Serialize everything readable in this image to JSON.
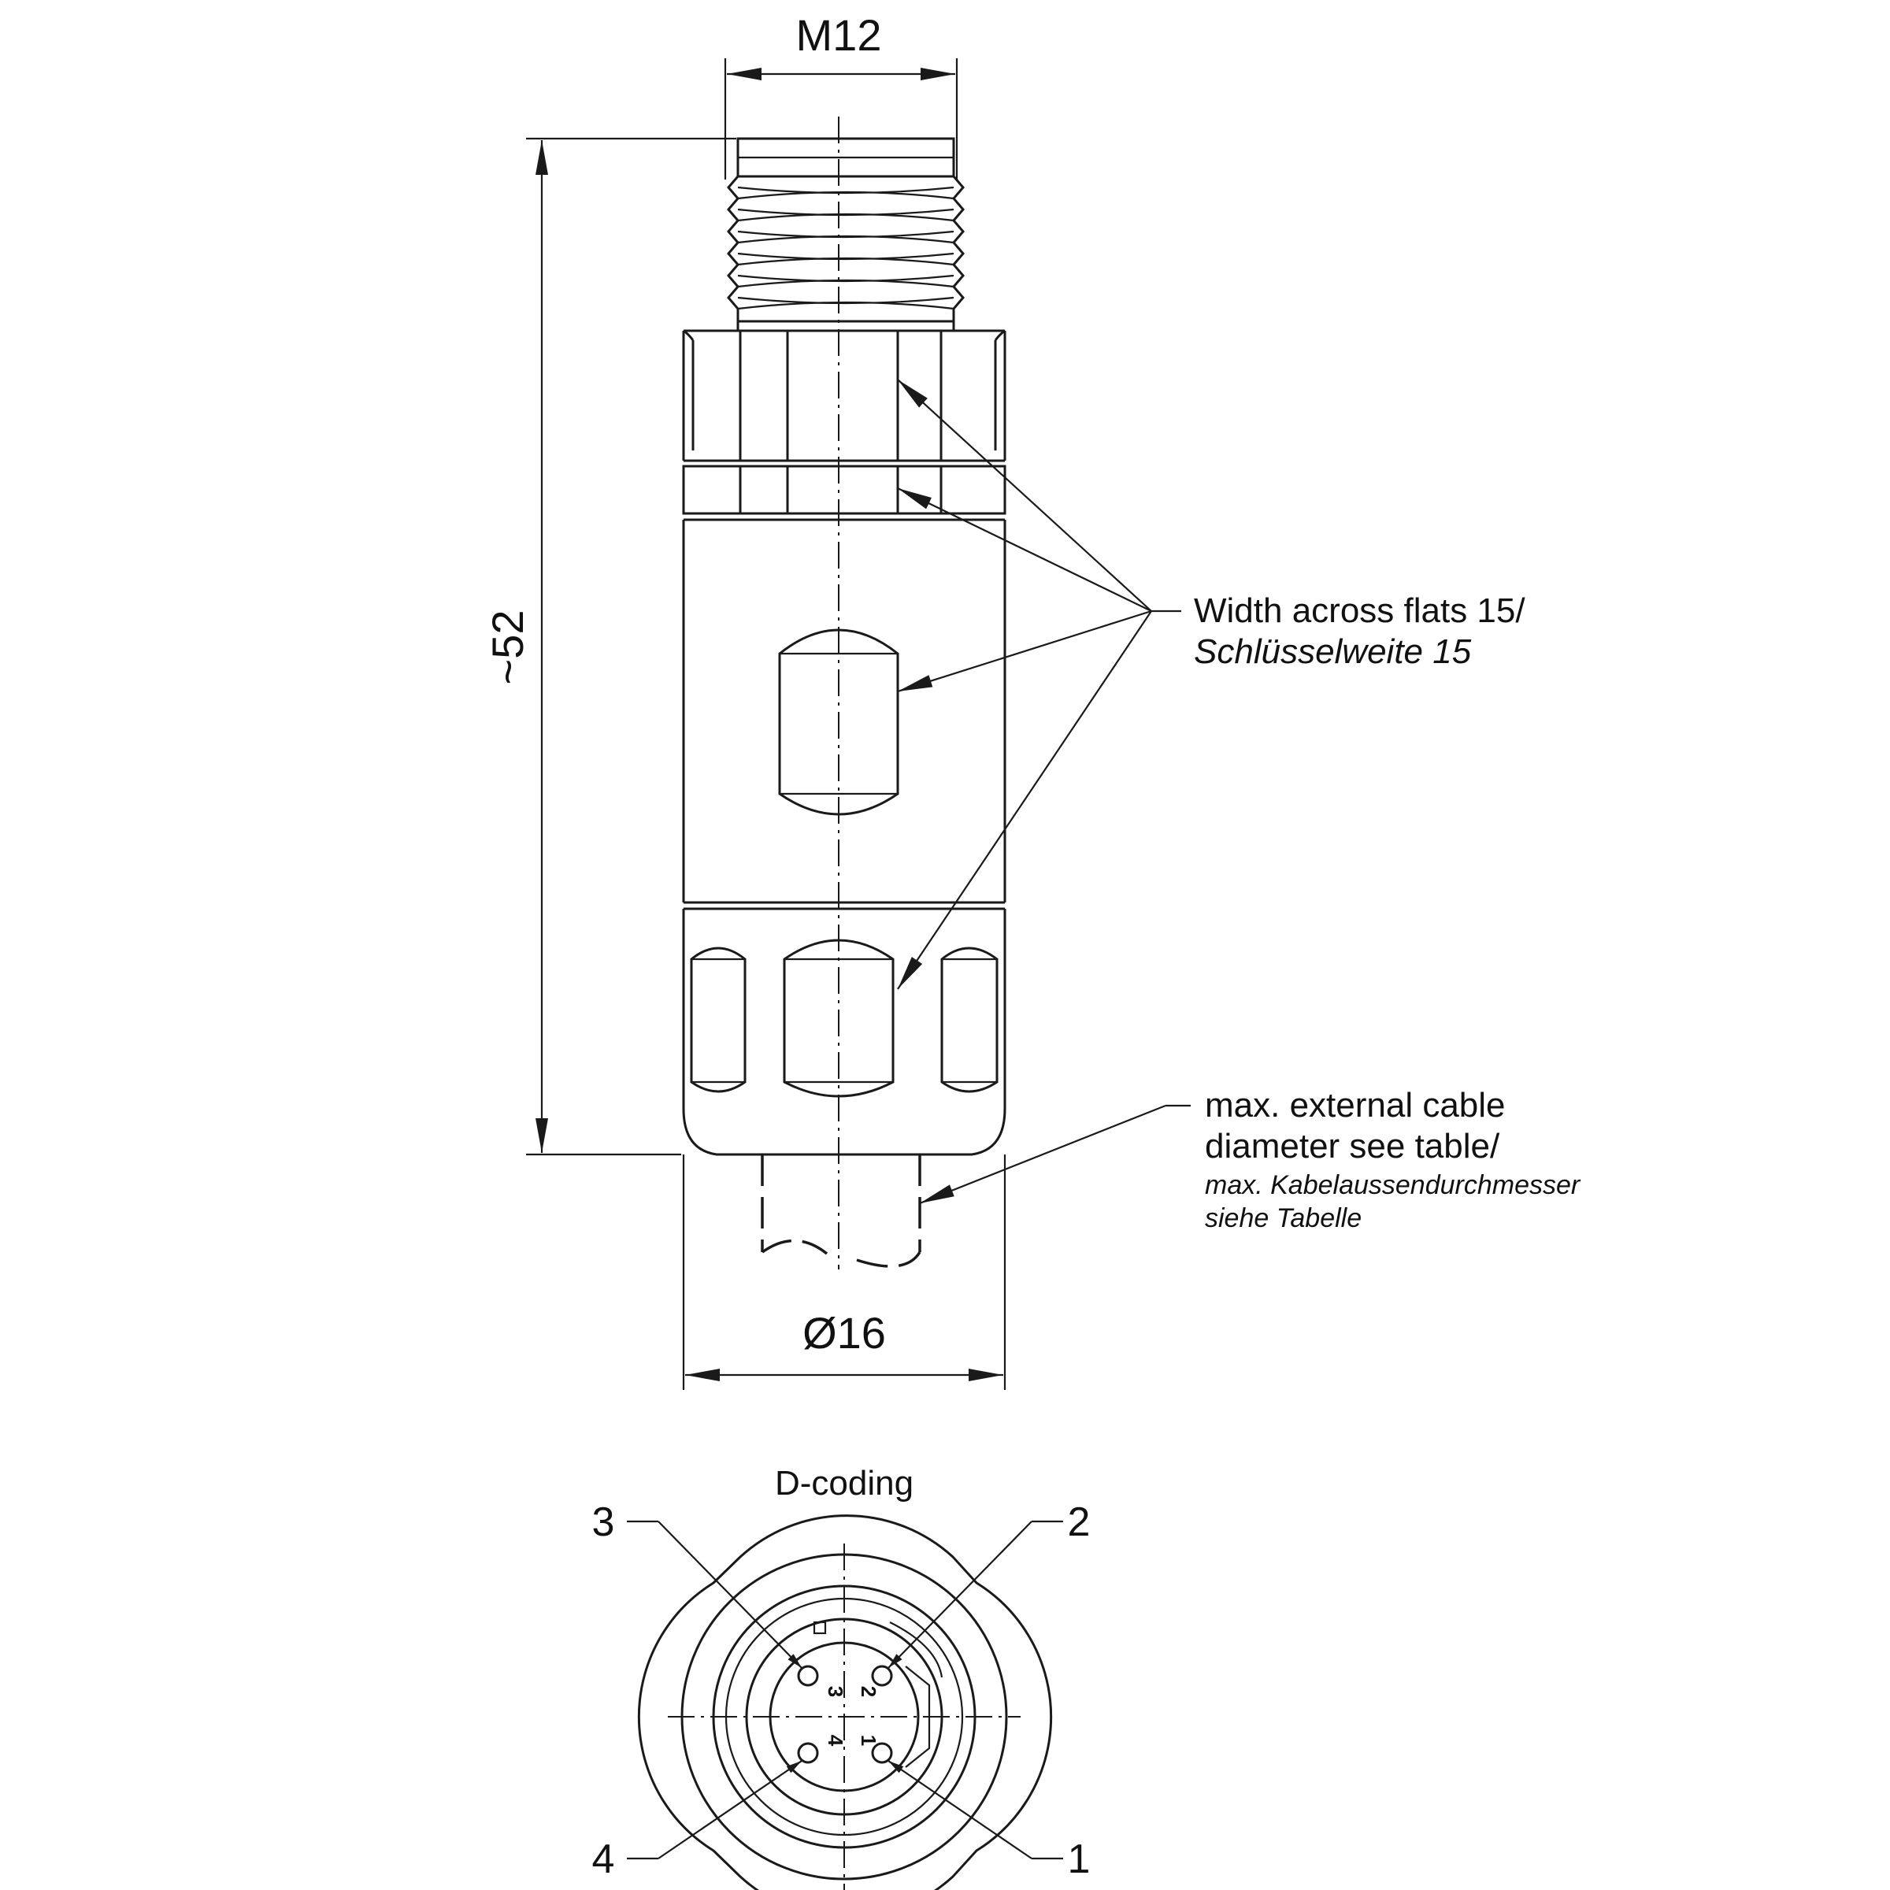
{
  "drawing": {
    "thread_label": "M12",
    "length_label": "~52",
    "diameter_label": "Ø16",
    "wrench_note_en": "Width across flats 15/",
    "wrench_note_de": "Schlüsselweite 15",
    "cable_note_en_1": "max. external cable",
    "cable_note_en_2": "diameter see table/",
    "cable_note_de_1": "max. Kabelaussendurchmesser",
    "cable_note_de_2": "siehe Tabelle",
    "coding_label": "D-coding",
    "pins": [
      "1",
      "2",
      "3",
      "4"
    ]
  }
}
